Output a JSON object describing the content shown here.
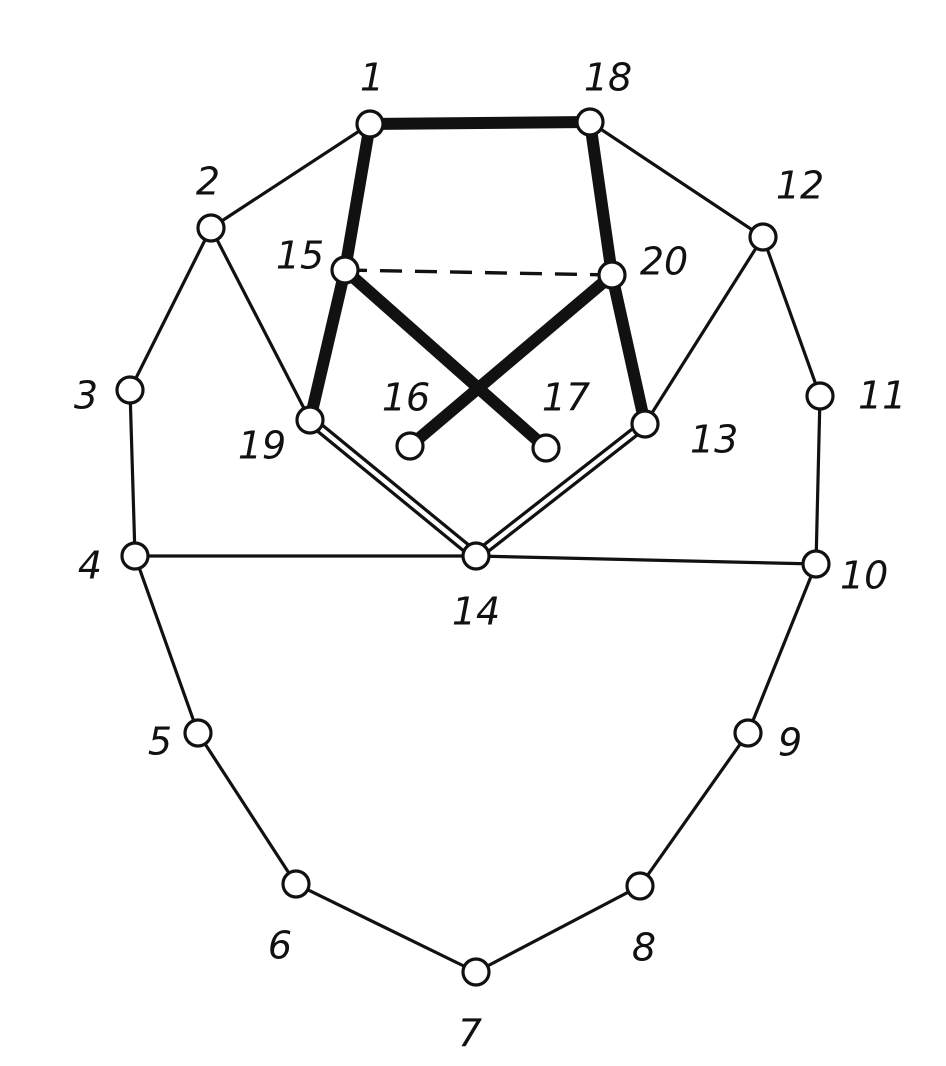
{
  "nodes": [
    {
      "id": "1",
      "label": "1"
    },
    {
      "id": "2",
      "label": "2"
    },
    {
      "id": "3",
      "label": "3"
    },
    {
      "id": "4",
      "label": "4"
    },
    {
      "id": "5",
      "label": "5"
    },
    {
      "id": "6",
      "label": "6"
    },
    {
      "id": "7",
      "label": "7"
    },
    {
      "id": "8",
      "label": "8"
    },
    {
      "id": "9",
      "label": "9"
    },
    {
      "id": "10",
      "label": "10"
    },
    {
      "id": "11",
      "label": "11"
    },
    {
      "id": "12",
      "label": "12"
    },
    {
      "id": "13",
      "label": "13"
    },
    {
      "id": "14",
      "label": "14"
    },
    {
      "id": "15",
      "label": "15"
    },
    {
      "id": "16",
      "label": "16"
    },
    {
      "id": "17",
      "label": "17"
    },
    {
      "id": "18",
      "label": "18"
    },
    {
      "id": "19",
      "label": "19"
    },
    {
      "id": "20",
      "label": "20"
    }
  ],
  "edges": [
    {
      "from": "1",
      "to": "2",
      "style": "thin"
    },
    {
      "from": "2",
      "to": "3",
      "style": "thin"
    },
    {
      "from": "3",
      "to": "4",
      "style": "thin"
    },
    {
      "from": "4",
      "to": "5",
      "style": "thin"
    },
    {
      "from": "5",
      "to": "6",
      "style": "thin"
    },
    {
      "from": "6",
      "to": "7",
      "style": "thin"
    },
    {
      "from": "7",
      "to": "8",
      "style": "thin"
    },
    {
      "from": "8",
      "to": "9",
      "style": "thin"
    },
    {
      "from": "9",
      "to": "10",
      "style": "thin"
    },
    {
      "from": "10",
      "to": "11",
      "style": "thin"
    },
    {
      "from": "11",
      "to": "12",
      "style": "thin"
    },
    {
      "from": "12",
      "to": "18",
      "style": "thin"
    },
    {
      "from": "2",
      "to": "19",
      "style": "thin"
    },
    {
      "from": "12",
      "to": "13",
      "style": "thin"
    },
    {
      "from": "4",
      "to": "14",
      "style": "thin"
    },
    {
      "from": "10",
      "to": "14",
      "style": "thin"
    },
    {
      "from": "1",
      "to": "18",
      "style": "thick"
    },
    {
      "from": "1",
      "to": "15",
      "style": "thick"
    },
    {
      "from": "15",
      "to": "19",
      "style": "thick"
    },
    {
      "from": "18",
      "to": "20",
      "style": "thick"
    },
    {
      "from": "20",
      "to": "13",
      "style": "thick"
    },
    {
      "from": "15",
      "to": "17",
      "style": "thick"
    },
    {
      "from": "20",
      "to": "16",
      "style": "thick"
    },
    {
      "from": "15",
      "to": "20",
      "style": "dashed"
    },
    {
      "from": "19",
      "to": "14",
      "style": "double"
    },
    {
      "from": "14",
      "to": "13",
      "style": "double"
    }
  ]
}
